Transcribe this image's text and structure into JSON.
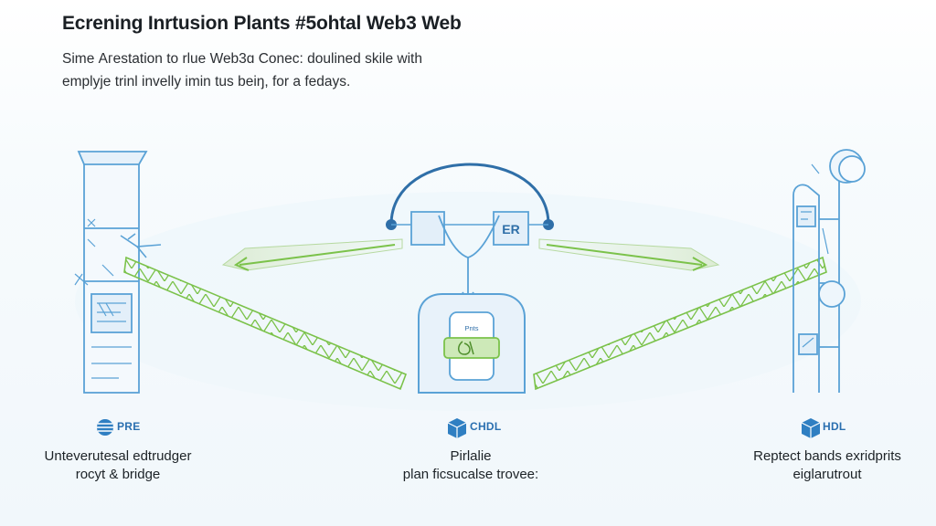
{
  "header": {
    "title": "Ecrening Inrtusion Plants #5ohtal Web3 Web",
    "subtitle_line1": "Sime Агestation to rlue Web3ɑ Conec: doulined skile with",
    "subtitle_line2": "emplуje trinl invelly imin tus beiŋ, for a fedays."
  },
  "nodes": {
    "left": {
      "badge_label": "PRE",
      "caption_line1": "Unteverutesal edtrudger",
      "caption_line2": "rocyt & bridge"
    },
    "center": {
      "bridge_label": "ER",
      "device_label": "Pnts",
      "badge_label": "CHDL",
      "caption_line1": "Pirlalie",
      "caption_line2": "plan ficsucalse trovee:"
    },
    "right": {
      "badge_label": "HDL",
      "caption_line1": "Reptect bands exridprits",
      "caption_line2": "eiglarutrout"
    }
  },
  "colors": {
    "blue_line": "#5aa2d6",
    "dark_blue": "#2f6fa8",
    "green_line": "#7bc24a",
    "green_fill": "#cde9b8",
    "text": "#1c2226"
  }
}
